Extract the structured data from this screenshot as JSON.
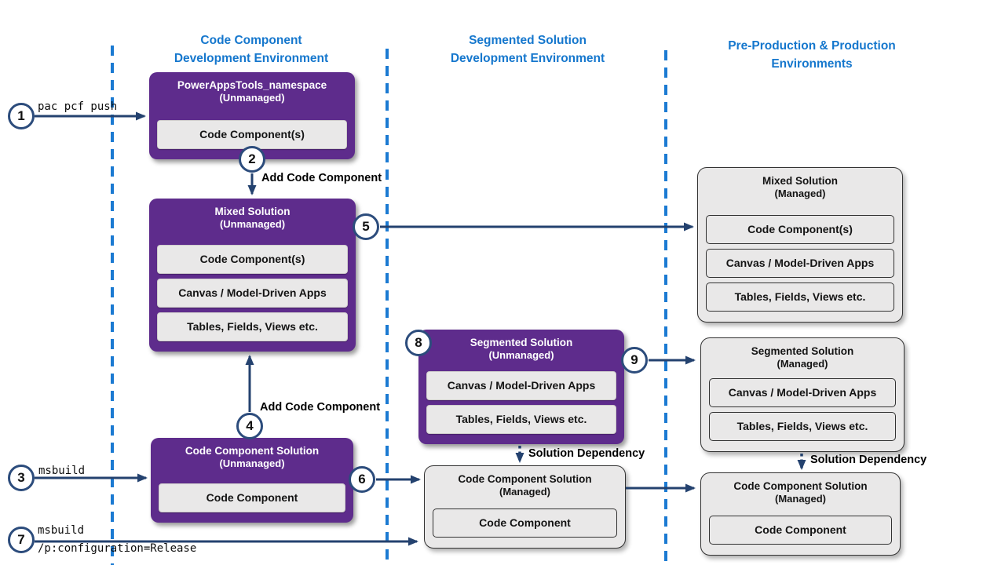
{
  "headers": [
    {
      "line1": "Code Component",
      "line2": "Development Environment"
    },
    {
      "line1": "Segmented Solution",
      "line2": "Development Environment"
    },
    {
      "line1": "Pre-Production & Production",
      "line2": "Environments"
    }
  ],
  "steps": {
    "s1": "1",
    "s2": "2",
    "s3": "3",
    "s4": "4",
    "s5": "5",
    "s6": "6",
    "s7": "7",
    "s8": "8",
    "s9": "9"
  },
  "boxes": {
    "powerapps_tools": {
      "title": "PowerAppsTools_namespace",
      "subtitle": "(Unmanaged)",
      "items": [
        "Code Component(s)"
      ]
    },
    "mixed_unmanaged": {
      "title": "Mixed Solution",
      "subtitle": "(Unmanaged)",
      "items": [
        "Code Component(s)",
        "Canvas / Model-Driven Apps",
        "Tables, Fields, Views etc."
      ]
    },
    "code_component_unmanaged": {
      "title": "Code Component Solution",
      "subtitle": "(Unmanaged)",
      "items": [
        "Code Component"
      ]
    },
    "segmented_unmanaged": {
      "title": "Segmented Solution",
      "subtitle": "(Unmanaged)",
      "items": [
        "Canvas / Model-Driven Apps",
        "Tables, Fields, Views etc."
      ]
    },
    "mixed_managed": {
      "title": "Mixed Solution",
      "subtitle": "(Managed)",
      "items": [
        "Code Component(s)",
        "Canvas / Model-Driven Apps",
        "Tables, Fields, Views etc."
      ]
    },
    "segmented_managed": {
      "title": "Segmented Solution",
      "subtitle": "(Managed)",
      "items": [
        "Canvas / Model-Driven Apps",
        "Tables, Fields, Views etc."
      ]
    },
    "code_component_managed_mid": {
      "title": "Code Component Solution",
      "subtitle": "(Managed)",
      "items": [
        "Code Component"
      ]
    },
    "code_component_managed_right": {
      "title": "Code Component Solution",
      "subtitle": "(Managed)",
      "items": [
        "Code Component"
      ]
    }
  },
  "labels": {
    "step1_cmd": "pac pcf push",
    "step3_cmd": "msbuild",
    "step7_cmd_line1": "msbuild",
    "step7_cmd_line2": "/p:configuration=Release",
    "add_code_component_top": "Add Code Component",
    "add_code_component_bottom": "Add Code Component",
    "solution_dependency_mid": "Solution Dependency",
    "solution_dependency_right": "Solution Dependency"
  },
  "colors": {
    "unmanaged_purple": "#5e2c8c",
    "env_header_blue": "#1577cd",
    "separator_blue": "#1b7ad2",
    "arrow_navy": "#24426f",
    "managed_gray": "#e9e8e8"
  }
}
